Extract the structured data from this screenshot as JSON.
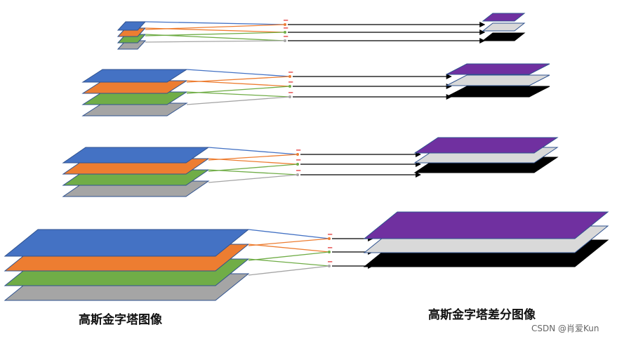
{
  "labels": {
    "gaussian_pyramid": "高斯金字塔图像",
    "dog_pyramid": "高斯金字塔差分图像"
  },
  "watermark": "CSDN @肖爱Kun",
  "colors": {
    "blue": "#4472C4",
    "orange": "#ED7D31",
    "green": "#70AD47",
    "gray": "#A5A5A5",
    "purple": "#7030A0",
    "light_gray": "#D9D9D9",
    "black": "#000000",
    "minus_red": "#E02020",
    "arrow": "#000000"
  },
  "operator_symbol": "−"
}
